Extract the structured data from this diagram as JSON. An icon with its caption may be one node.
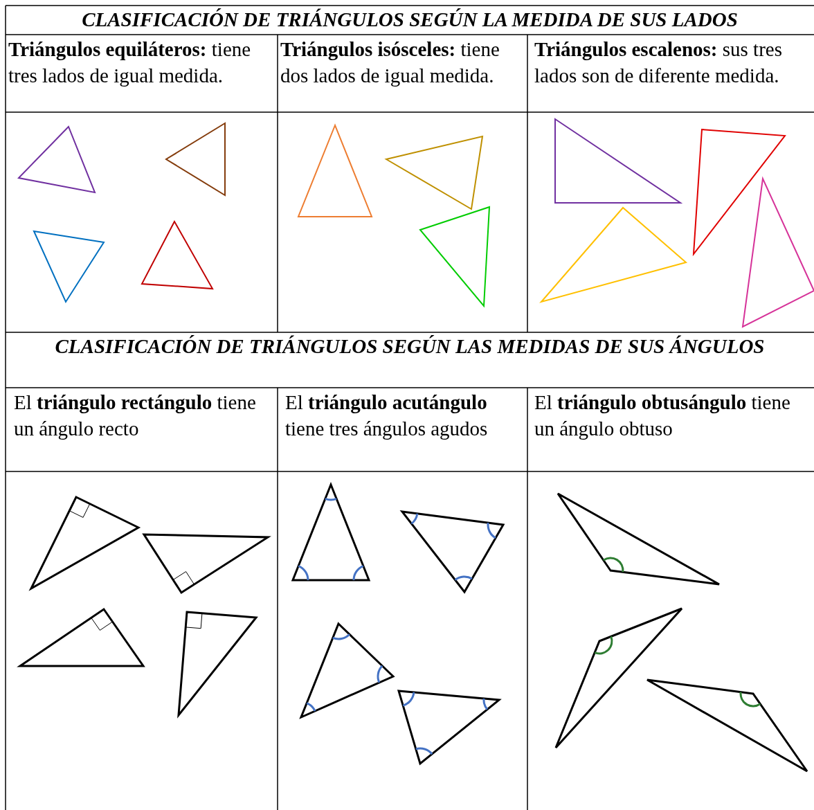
{
  "diagram": {
    "labels": [
      "CLASIFICACIÓN DE TRIÁNGULOS SEGÚN LA MEDIDA DE SUS LADOS",
      "**Triángulos equiláteros:** tiene tres lados de igual medida.",
      "**Triángulos isósceles:** tiene dos lados de igual medida.",
      "**Triángulos escalenos:** sus tres lados son de diferente medida.",
      "CLASIFICACIÓN DE TRIÁNGULOS SEGÚN LAS MEDIDAS DE SUS ÁNGULOS",
      "El **triángulo rectángulo** tiene un ángulo recto",
      "El **triángulo acutángulo** tiene tres ángulos agudos",
      "El **triángulo obtusángulo** tiene un ángulo obtuso"
    ]
  }
}
